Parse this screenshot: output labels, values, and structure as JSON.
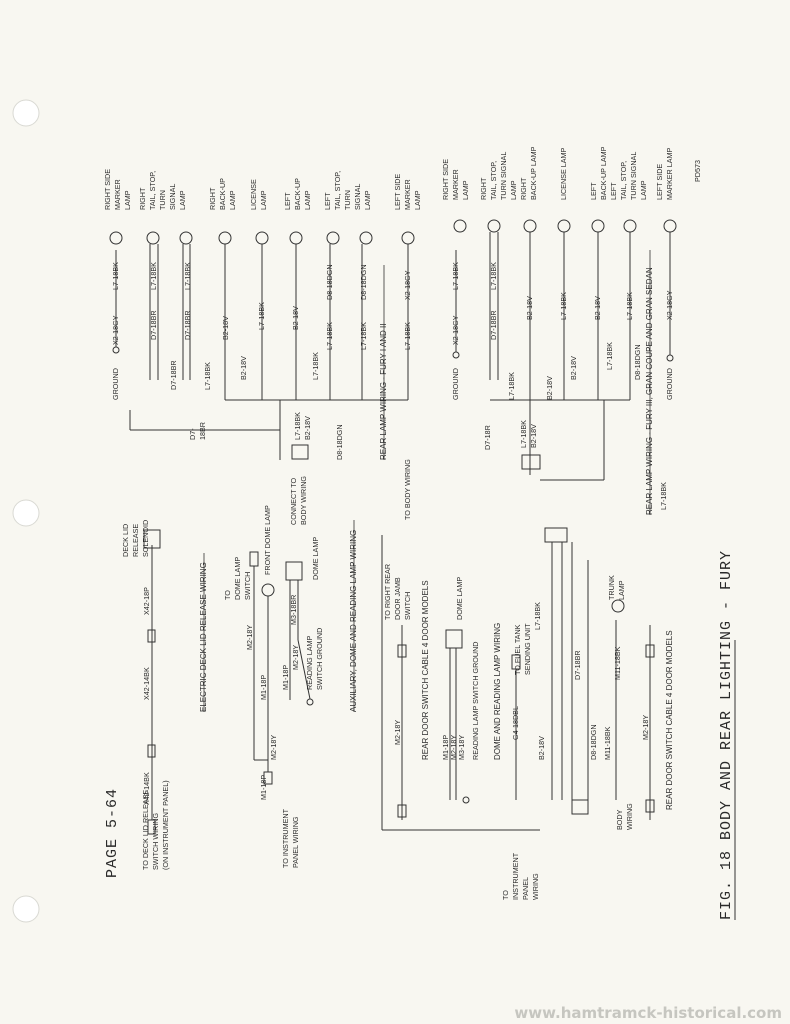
{
  "page_label": "PAGE 5-64",
  "figure_title": "FIG. 18 BODY AND REAR LIGHTING - FURY",
  "figure_code": "PD573",
  "watermark": "www.hamtramck-historical.com",
  "sections": {
    "deck_lid": "ELECTRIC DECK LID RELEASE WIRING",
    "auxiliary": "AUXILIARY, DOME AND READING LAMP WIRING",
    "dome_reading": "DOME AND READING LAMP WIRING",
    "rear_door_cable_1": "REAR DOOR SWITCH CABLE 4 DOOR MODELS",
    "rear_door_cable_2": "REAR DOOR SWITCH CABLE 4 DOOR MODELS",
    "fury12": "REAR LAMP WIRING - FURY I AND II",
    "fury3": "REAR LAMP WIRING - FURY III, GRAN COUPE AND GRAN SEDAN"
  },
  "components": {
    "deck_lid_solenoid": "DECK LID RELEASE SOLENOID",
    "deck_lid_switch": "TO DECK LID RELEASE SWITCH WIRING (ON INSTRUMENT PANEL)",
    "dome_lamp_switch": "TO DOME LAMP SWITCH",
    "front_dome_lamp": "FRONT DOME LAMP",
    "dome_lamp": "DOME LAMP",
    "reading_lamp_switch_ground": "READING LAMP SWITCH GROUND",
    "instrument_panel_wiring": "TO INSTRUMENT PANEL WIRING",
    "right_rear_door_jamb": "TO RIGHT REAR DOOR JAMB SWITCH",
    "dome_lamp_2": "DOME LAMP",
    "reading_lamp_switch_ground_2": "READING LAMP SWITCH GROUND",
    "fuel_tank": "TO FUEL TANK SENDING UNIT",
    "trunk_lamp": "TRUNK LAMP",
    "body_wiring": "BODY WIRING",
    "instrument_panel_wiring_2": "TO INSTRUMENT PANEL WIRING",
    "connect_body": "CONNECT TO BODY WIRING",
    "to_body_wiring": "TO BODY WIRING"
  },
  "lamps_fury12": [
    "RIGHT SIDE MARKER LAMP",
    "RIGHT TAIL, STOP, TURN SIGNAL LAMP",
    "RIGHT BACK-UP LAMP",
    "LICENSE LAMP",
    "LEFT BACK-UP LAMP",
    "LEFT TAIL, STOP, TURN SIGNAL LAMP",
    "LEFT SIDE MARKER LAMP"
  ],
  "lamps_fury3": [
    "RIGHT SIDE MARKER LAMP",
    "RIGHT TAIL, STOP, TURN SIGNAL LAMP",
    "RIGHT BACK-UP LAMP",
    "LICENSE LAMP",
    "LEFT BACK-UP LAMP",
    "LEFT TAIL, STOP, TURN SIGNAL LAMP",
    "LEFT SIDE MARKER LAMP"
  ],
  "wire_codes": {
    "x42_14bk": "X42-14BK",
    "x42_18p": "X42-18P",
    "m2_18y": "M2-18Y",
    "m1_18p": "M1-18P",
    "m3_18br": "M3-18BR",
    "m2_18y_b": "M2-18Y",
    "m1_18p_b": "M1-18P",
    "m3_18y": "M3-18Y",
    "g4_18dbl": "G4-18DBL",
    "b2_18v": "B2-18V",
    "d7_18br": "D7-18BR",
    "d8_18dgn": "D8-18DGN",
    "m11_18bk": "M11-18BK",
    "l7_18bk": "L7-18BK",
    "x2_18gy": "X2-18GY",
    "d7_18r": "D7-18R",
    "d8_18dgn_b": "D8-18DGN",
    "ground": "GROUND"
  }
}
